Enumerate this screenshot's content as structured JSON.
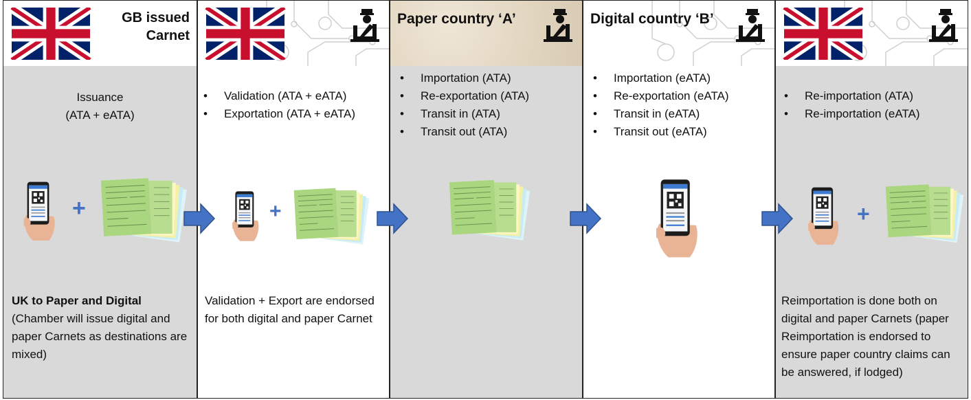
{
  "columns": [
    {
      "title": [
        "GB issued",
        "Carnet"
      ],
      "center": [
        "Issuance",
        "(ATA + eATA)"
      ],
      "foot_bold": "UK to Paper and Digital",
      "foot": "(Chamber will issue digital and paper Carnets as destinations are mixed)"
    },
    {
      "bullets": [
        "Validation (ATA + eATA)",
        "Exportation (ATA + eATA)"
      ],
      "foot": "Validation + Export are endorsed for both digital and paper Carnet"
    },
    {
      "title": "Paper country ‘A’",
      "bullets": [
        "Importation (ATA)",
        "Re-exportation (ATA)",
        "Transit in (ATA)",
        "Transit out (ATA)"
      ]
    },
    {
      "title": "Digital country ‘B’",
      "bullets": [
        "Importation (eATA)",
        "Re-exportation (eATA)",
        "Transit in (eATA)",
        "Transit out (eATA)"
      ]
    },
    {
      "bullets": [
        "Re-importation (ATA)",
        "Re-importation (eATA)"
      ],
      "foot": "Reimportation is done both on digital and paper Carnets (paper Reimportation is endorsed to ensure paper country claims can be answered, if lodged)"
    }
  ],
  "plus_sign": "+",
  "icons": [
    "uk-flag-icon",
    "customs-officer-icon",
    "smartphone-qr-icon",
    "paper-carnet-icon",
    "arrow-right-icon"
  ],
  "colors": {
    "gray_panel": "#d9d9d9",
    "arrow_blue": "#4472c4",
    "plus_blue": "#4472c4",
    "flag_blue": "#012169",
    "flag_red": "#c8102e"
  }
}
